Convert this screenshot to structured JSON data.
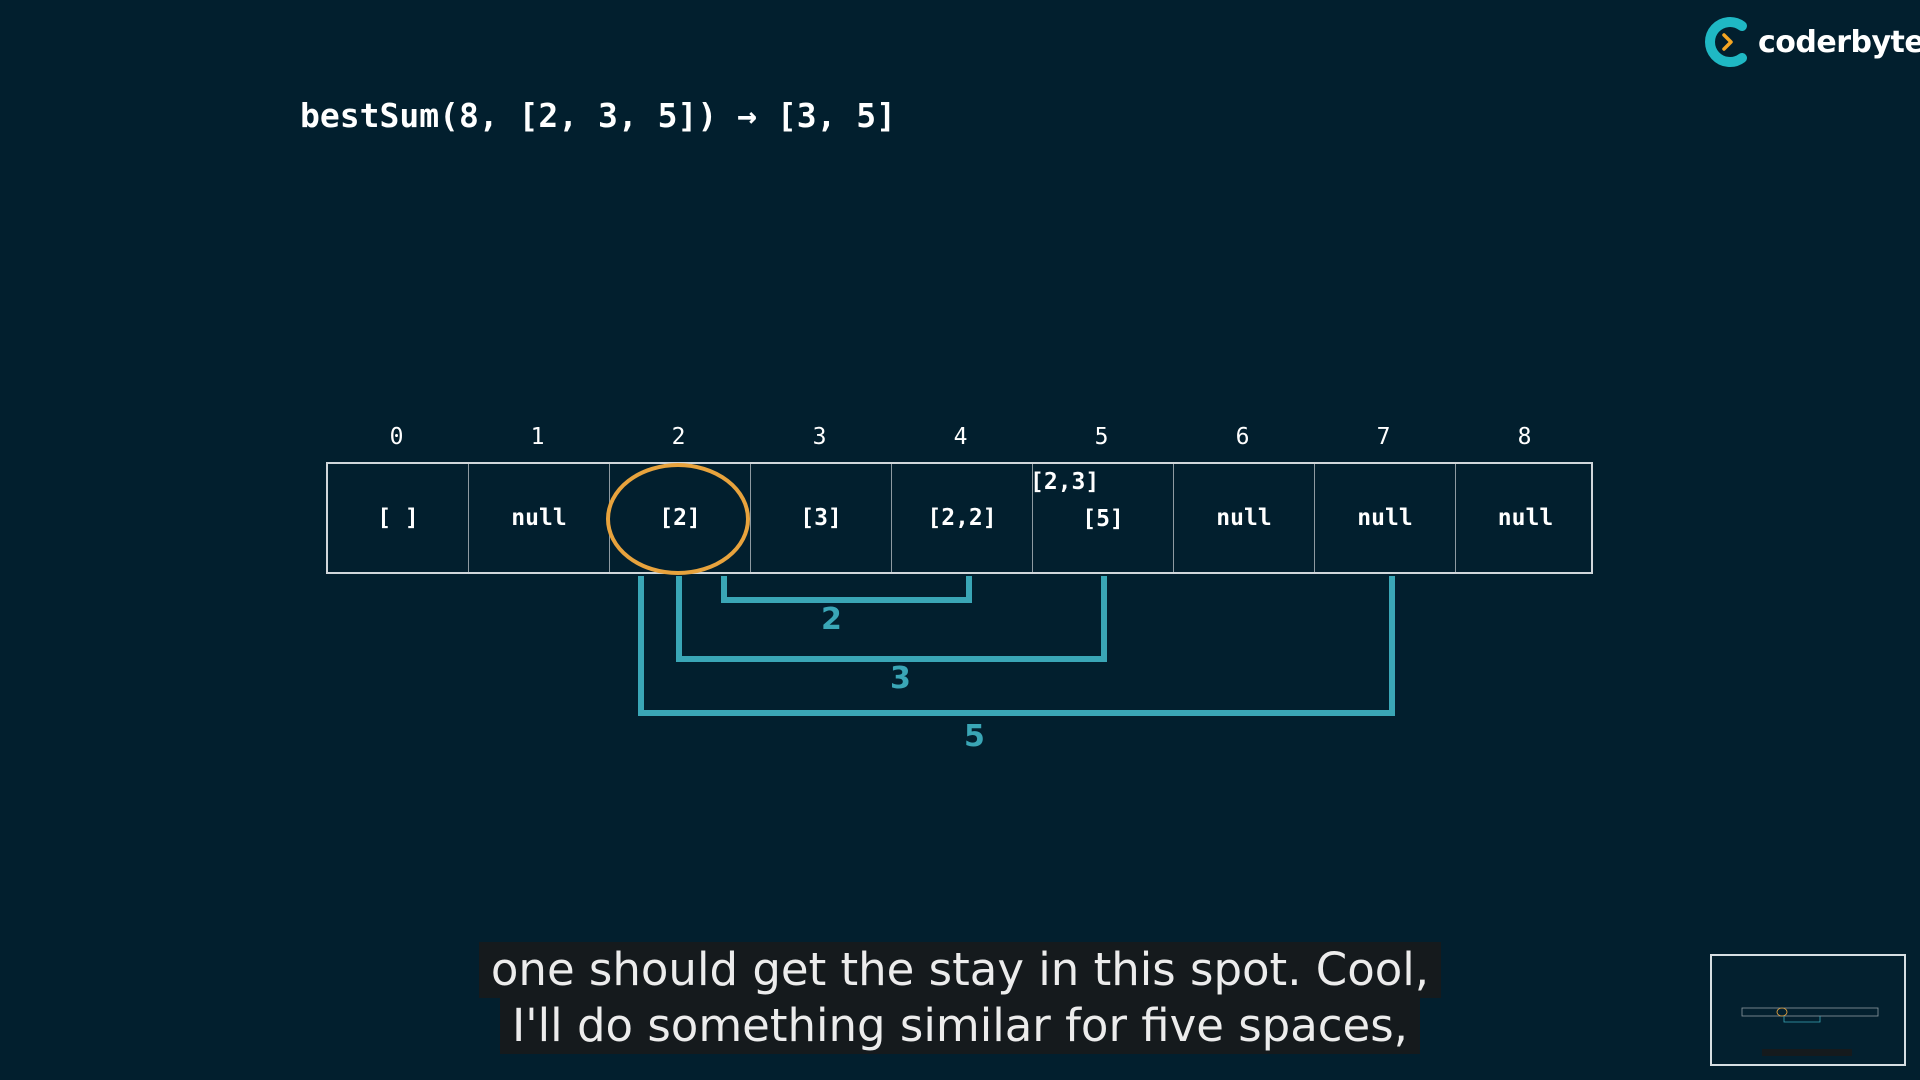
{
  "formula": "bestSum(8, [2, 3, 5]) → [3, 5]",
  "logo": {
    "text": "coderbyte",
    "colors": {
      "teal": "#1fb8c4",
      "orange": "#f5a623"
    }
  },
  "table": {
    "indices": [
      "0",
      "1",
      "2",
      "3",
      "4",
      "5",
      "6",
      "7",
      "8"
    ],
    "cells": [
      "[ ]",
      "null",
      "[2]",
      "[3]",
      "[2,2]",
      "[5]",
      "null",
      "null",
      "null"
    ],
    "overwritten_label": "[2,3]",
    "highlight_index": 2,
    "highlight_color": "#e8a33d"
  },
  "brackets": [
    {
      "label": "2",
      "from_index": 2,
      "to_index": 4
    },
    {
      "label": "3",
      "from_index": 2,
      "to_index": 5
    },
    {
      "label": "5",
      "from_index": 2,
      "to_index": 7
    }
  ],
  "bracket_color": "#3aa6b6",
  "subtitles": [
    "one should get the stay in this spot. Cool,",
    "I'll do something similar for five spaces,"
  ]
}
